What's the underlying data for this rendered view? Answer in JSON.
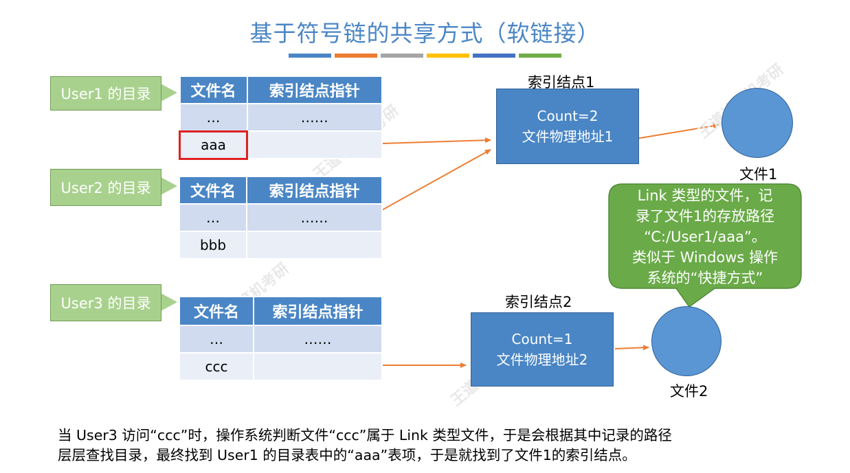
{
  "title": "基于符号链的共享方式（软链接）",
  "colors": {
    "accent": "#4a86c5",
    "green": "#a9d18e",
    "bubble": "#6aaa48",
    "arrow": "#ed7d31",
    "highlight": "#e02020",
    "bars": [
      "#4a86c5",
      "#ed7d31",
      "#a5a5a5",
      "#ffc000",
      "#4472c4",
      "#70ad47"
    ]
  },
  "users": [
    {
      "label": "User1 的目录",
      "rows": [
        [
          "…",
          "……"
        ],
        [
          "aaa",
          ""
        ]
      ]
    },
    {
      "label": "User2 的目录",
      "rows": [
        [
          "…",
          "……"
        ],
        [
          "bbb",
          ""
        ]
      ]
    },
    {
      "label": "User3 的目录",
      "rows": [
        [
          "…",
          "……"
        ],
        [
          "ccc",
          ""
        ]
      ]
    }
  ],
  "table_header": {
    "name": "文件名",
    "pointer": "索引结点指针"
  },
  "inode1": {
    "label": "索引结点1",
    "count": "Count=2",
    "addr": "文件物理地址1"
  },
  "inode2": {
    "label": "索引结点2",
    "count": "Count=1",
    "addr": "文件物理地址2"
  },
  "file1": "文件1",
  "file2": "文件2",
  "bubble": {
    "lines": [
      "Link 类型的文件，记",
      "录了文件1的存放路径",
      "“C:/User1/aaa”。",
      "类似于 Windows 操作",
      "系统的“快捷方式”"
    ]
  },
  "bottom_text": [
    "当 User3 访问“ccc”时，操作系统判断文件“ccc”属于 Link 类型文件，于是会根据其中记录的路径",
    "层层查找目录，最终找到 User1 的目录表中的“aaa”表项，于是就找到了文件1的索引结点。"
  ]
}
